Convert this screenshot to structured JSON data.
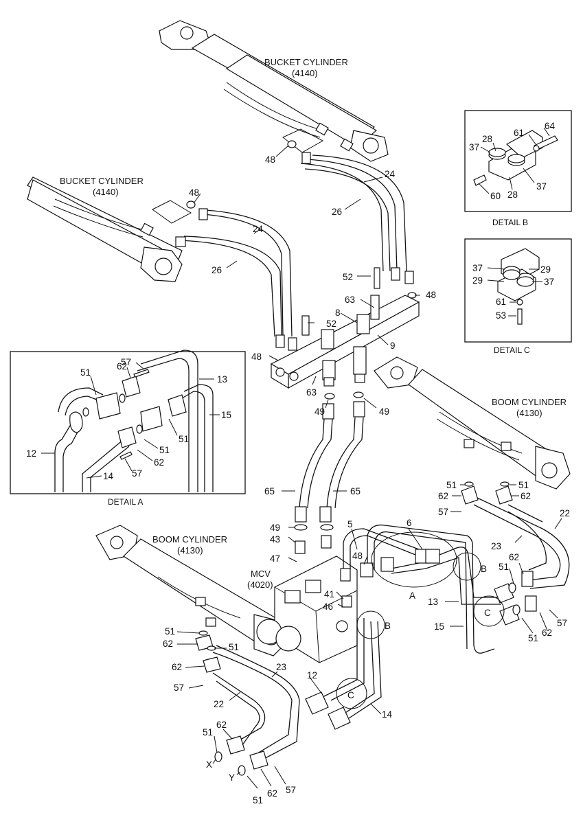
{
  "titles": {
    "bucket_top": "BUCKET CYLINDER",
    "bucket_top_code": "(4140)",
    "bucket_left": "BUCKET CYLINDER",
    "bucket_left_code": "(4140)",
    "boom_right": "BOOM CYLINDER",
    "boom_right_code": "(4130)",
    "boom_left": "BOOM CYLINDER",
    "boom_left_code": "(4130)",
    "mcv": "MCV",
    "mcv_code": "(4020)"
  },
  "details": {
    "a": "DETAIL A",
    "b": "DETAIL B",
    "c": "DETAIL C"
  },
  "callouts": {
    "a": "A",
    "b1": "B",
    "b2": "B",
    "c1": "C",
    "c2": "C",
    "x": "X",
    "y": "Y"
  },
  "parts": {
    "p48_a": "48",
    "p24_a": "24",
    "p26_a": "26",
    "p48_b": "48",
    "p24_b": "24",
    "p26_b": "26",
    "p52_a": "52",
    "p63_a": "63",
    "p48_c": "48",
    "p8": "8",
    "p52_b": "52",
    "p9": "9",
    "p48_d": "48",
    "p63_b": "63",
    "p49_a": "49",
    "p49_b": "49",
    "p65_a": "65",
    "p65_b": "65",
    "p49_c": "49",
    "p43": "43",
    "p47": "47",
    "p5": "5",
    "p6": "6",
    "p48_e": "48",
    "p41": "41",
    "p46": "46",
    "p51_a": "51",
    "p62_a": "62",
    "p57_a": "57",
    "p51_b": "51",
    "p62_b": "62",
    "p22_a": "22",
    "p23_a": "23",
    "p51_c": "51",
    "p62_c": "62",
    "p13": "13",
    "p15": "15",
    "p57_b": "57",
    "p51_d": "51",
    "p62_d": "62",
    "p51_e": "51",
    "p62_e": "62",
    "p51_f": "51",
    "p62_f": "62",
    "p57_c": "57",
    "p23_b": "23",
    "p22_b": "22",
    "p12": "12",
    "p14": "14",
    "p51_g": "51",
    "p62_g": "62",
    "p51_h": "51",
    "p62_h": "62",
    "p57_d": "57",
    "da_51a": "51",
    "da_62a": "62",
    "da_57a": "57",
    "da_13": "13",
    "da_15": "15",
    "da_12": "12",
    "da_51b": "51",
    "da_51c": "51",
    "da_62b": "62",
    "da_14": "14",
    "da_57b": "57",
    "db_64": "64",
    "db_61": "61",
    "db_28a": "28",
    "db_37a": "37",
    "db_37b": "37",
    "db_28b": "28",
    "db_60": "60",
    "dc_37a": "37",
    "dc_29a": "29",
    "dc_29b": "29",
    "dc_37b": "37",
    "dc_61": "61",
    "dc_53": "53"
  }
}
